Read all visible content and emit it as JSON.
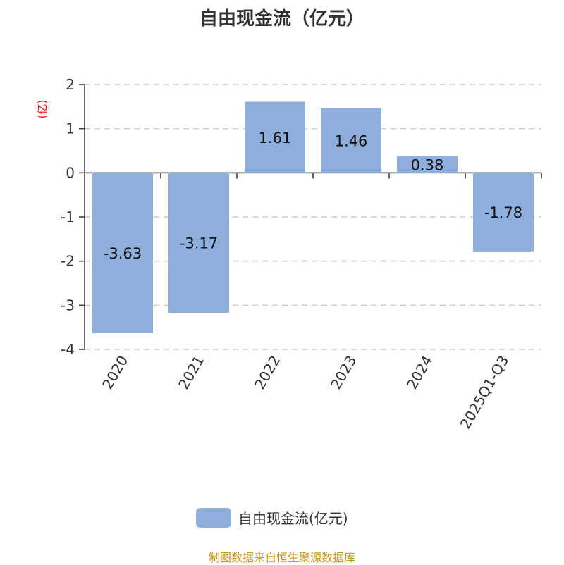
{
  "chart_data": {
    "type": "bar",
    "title": "自由现金流（亿元）",
    "ylabel": "(亿)",
    "xlabel": "",
    "categories": [
      "2020",
      "2021",
      "2022",
      "2023",
      "2024",
      "2025Q1-Q3"
    ],
    "series": [
      {
        "name": "自由现金流(亿元)",
        "values": [
          -3.63,
          -3.17,
          1.61,
          1.46,
          0.38,
          -1.78
        ]
      }
    ],
    "ylim": [
      -4,
      2
    ],
    "yticks": [
      2,
      1,
      0,
      -1,
      -2,
      -3,
      -4
    ],
    "grid": true,
    "legend_position": "bottom",
    "bar_color": "#8eaedb",
    "ylabel_color": "#ff0000"
  },
  "source": "制图数据来自恒生聚源数据库"
}
